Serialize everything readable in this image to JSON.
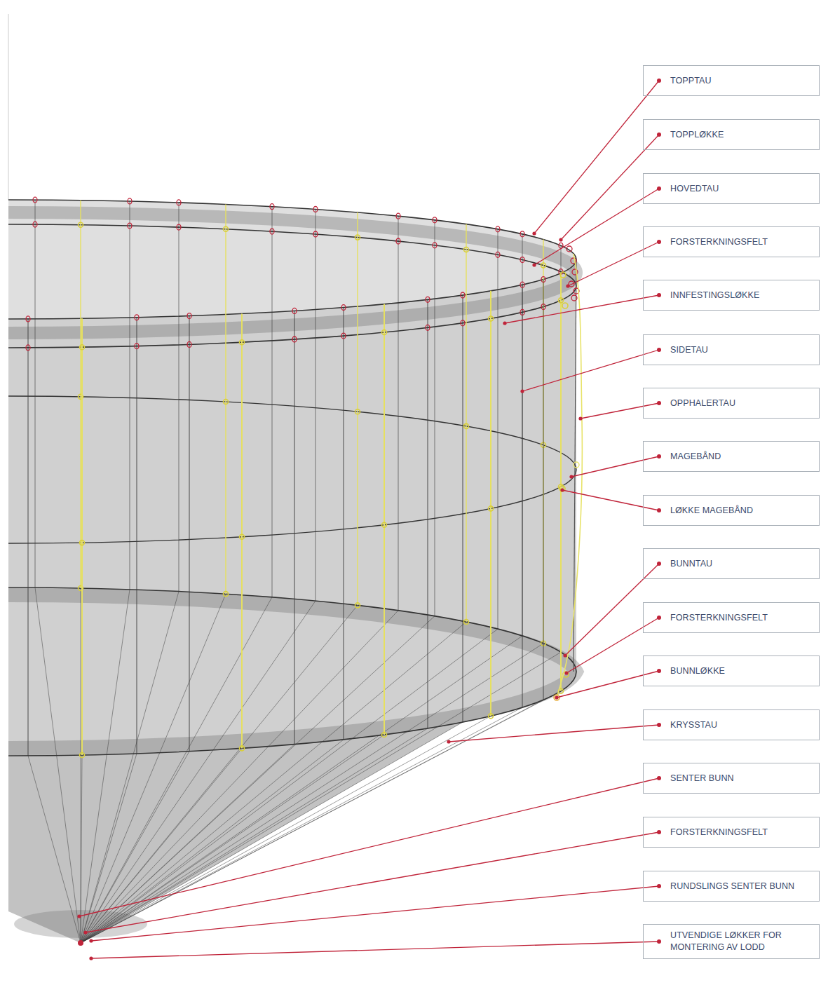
{
  "diagram": {
    "nodes": [
      {
        "text": [
          "TOPPTAU"
        ]
      },
      {
        "text": [
          "TOPPLØKKE"
        ]
      },
      {
        "text": [
          "HOVEDTAU"
        ]
      },
      {
        "text": [
          "FORSTERKNINGSFELT"
        ]
      },
      {
        "text": [
          "INNFESTINGSLØKKE"
        ]
      },
      {
        "text": [
          "SIDETAU"
        ]
      },
      {
        "text": [
          "OPPHALERTAU"
        ]
      },
      {
        "text": [
          "MAGEBÅND"
        ]
      },
      {
        "text": [
          "LØKKE MAGEBÅND"
        ]
      },
      {
        "text": [
          "BUNNTAU"
        ]
      },
      {
        "text": [
          "FORSTERKNINGSFELT"
        ]
      },
      {
        "text": [
          "BUNNLØKKE"
        ]
      },
      {
        "text": [
          "KRYSSTAU"
        ]
      },
      {
        "text": [
          "SENTER BUNN"
        ]
      },
      {
        "text": [
          "FORSTERKNINGSFELT"
        ]
      },
      {
        "text": [
          "RUNDSLINGS SENTER BUNN"
        ]
      },
      {
        "text": [
          "UTVENDIGE LØKKER FOR MONTERING AV LODD"
        ]
      }
    ]
  }
}
